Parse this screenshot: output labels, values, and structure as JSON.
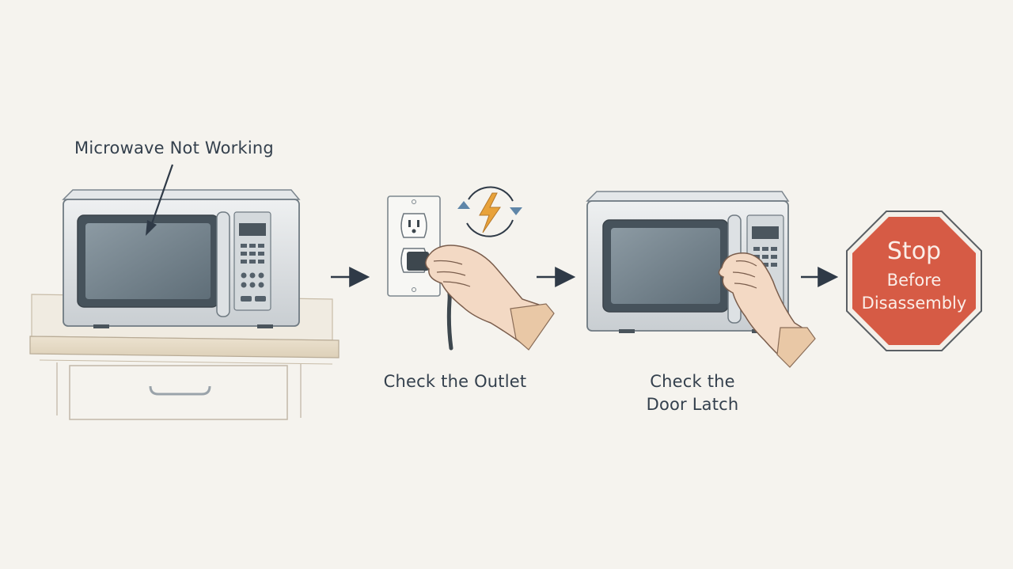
{
  "labels": {
    "problem": "Microwave Not Working",
    "outlet": "Check the Outlet",
    "latch_line1": "Check the",
    "latch_line2": "Door Latch"
  },
  "stop_sign": {
    "line1": "Stop",
    "line2": "Before",
    "line3": "Disassembly"
  },
  "colors": {
    "background": "#f5f3ee",
    "ink": "#2f3a47",
    "stop_red": "#d65b45",
    "lightning": "#e8a23a",
    "cycle_arrows": "#5f86a8"
  },
  "icons": [
    "microwave-icon",
    "wall-outlet-icon",
    "hand-icon",
    "lightning-icon",
    "cycle-arrows-icon",
    "stop-sign-icon",
    "arrow-right-icon"
  ]
}
